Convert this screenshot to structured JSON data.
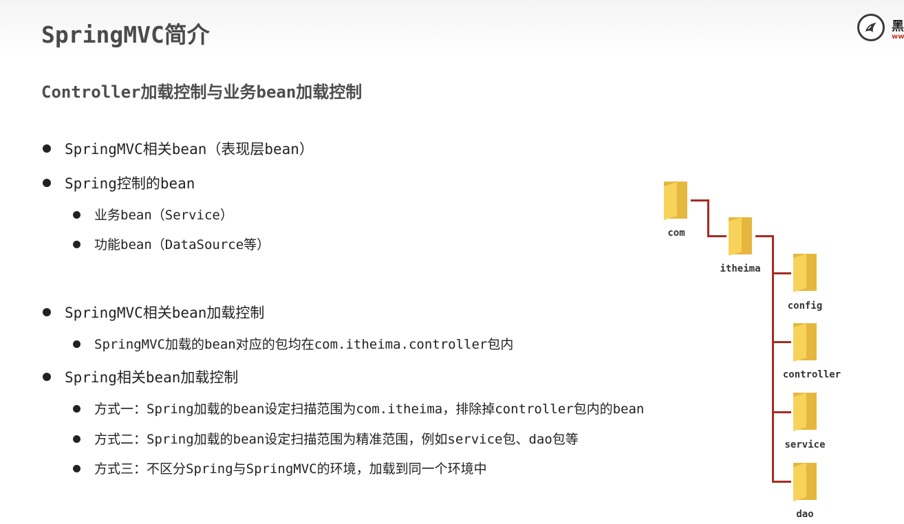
{
  "page": {
    "title": "SpringMVC简介",
    "subtitle": "Controller加载控制与业务bean加载控制"
  },
  "logo": {
    "text": "黑",
    "sub": "ww"
  },
  "bullets": [
    {
      "level": 1,
      "text": "SpringMVC相关bean（表现层bean）"
    },
    {
      "level": 1,
      "text": "Spring控制的bean"
    },
    {
      "level": 2,
      "text": "业务bean（Service）"
    },
    {
      "level": 2,
      "text": "功能bean（DataSource等）"
    },
    {
      "level": 1,
      "text": "SpringMVC相关bean加载控制"
    },
    {
      "level": 2,
      "text": "SpringMVC加载的bean对应的包均在com.itheima.controller包内"
    },
    {
      "level": 1,
      "text": "Spring相关bean加载控制"
    },
    {
      "level": 2,
      "text": "方式一：Spring加载的bean设定扫描范围为com.itheima，排除掉controller包内的bean"
    },
    {
      "level": 2,
      "text": "方式二：Spring加载的bean设定扫描范围为精准范围，例如service包、dao包等"
    },
    {
      "level": 2,
      "text": "方式三：不区分Spring与SpringMVC的环境，加载到同一个环境中"
    }
  ],
  "tree": {
    "root": "com",
    "child": "itheima",
    "leaves": [
      "config",
      "controller",
      "service",
      "dao"
    ]
  },
  "colors": {
    "connector": "#a52a22",
    "folder_body": "#f7d35b",
    "folder_back": "#e6b73f"
  }
}
